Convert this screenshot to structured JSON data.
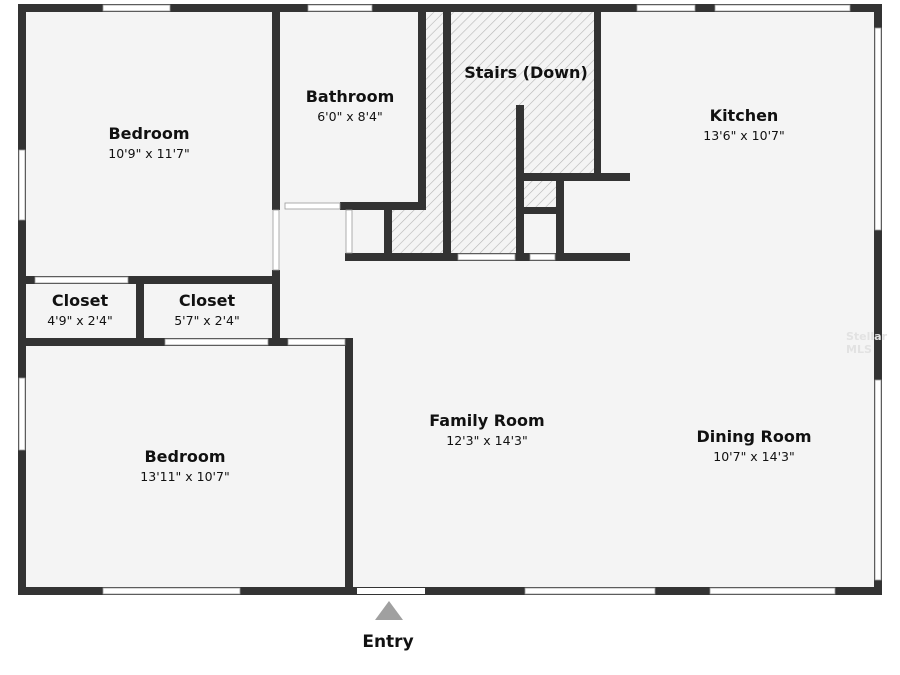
{
  "rooms": [
    {
      "name": "Bedroom",
      "dims": "10'9\" x 11'7\""
    },
    {
      "name": "Bathroom",
      "dims": "6'0\" x 8'4\""
    },
    {
      "name": "Stairs (Down)",
      "dims": ""
    },
    {
      "name": "Kitchen",
      "dims": "13'6\" x 10'7\""
    },
    {
      "name": "Closet",
      "dims": "4'9\" x 2'4\""
    },
    {
      "name": "Closet",
      "dims": "5'7\" x 2'4\""
    },
    {
      "name": "Family Room",
      "dims": "12'3\" x 14'3\""
    },
    {
      "name": "Dining Room",
      "dims": "10'7\" x 14'3\""
    },
    {
      "name": "Bedroom",
      "dims": "13'11\" x 10'7\""
    }
  ],
  "entry_label": "Entry",
  "watermark": "Stellar MLS",
  "colors": {
    "wall": "#333333",
    "floor": "#f4f4f4",
    "hatch": "#bbbbbb",
    "entry_marker": "#a0a0a0"
  }
}
